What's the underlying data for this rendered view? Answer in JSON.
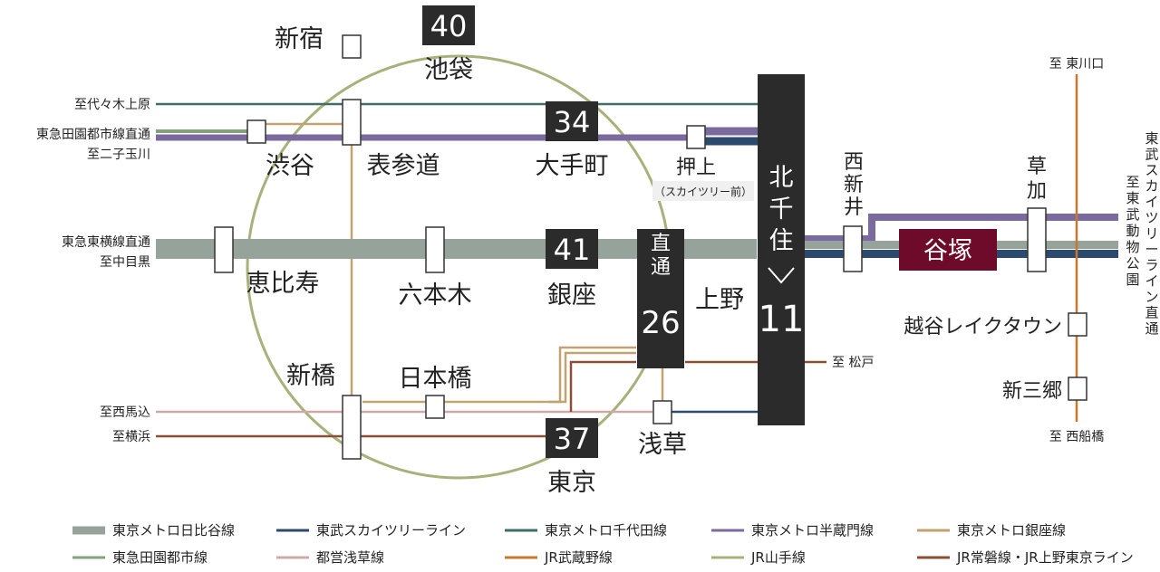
{
  "stations": {
    "shinjuku": "新宿",
    "ikebukuro": "池袋",
    "shibuya": "渋谷",
    "omotesando": "表参道",
    "otemachi": "大手町",
    "oshiage": "押上",
    "oshiage_sub": "（スカイツリー前）",
    "ebisu": "恵比寿",
    "roppongi": "六本木",
    "ginza": "銀座",
    "ueno": "上野",
    "kitasenju": [
      "北",
      "千",
      "住"
    ],
    "nishiarai": [
      "西",
      "新",
      "井"
    ],
    "yatsuka": "谷塚",
    "soka": [
      "草",
      "加"
    ],
    "koshigaya_laketown": "越谷レイクタウン",
    "shinmisato": "新三郷",
    "shinbashi": "新橋",
    "nihonbashi": "日本橋",
    "tokyo": "東京",
    "asakusa": "浅草"
  },
  "times": {
    "ikebukuro": "40",
    "otemachi": "34",
    "ginza": "41",
    "direct_label": [
      "直",
      "通"
    ],
    "direct_time": "26",
    "kitasenju": "11",
    "tokyo": "37"
  },
  "destinations": {
    "yoyogi_uehara": "至代々木上原",
    "den_en_toshi": "東急田園都市線直通",
    "futako": "至二子玉川",
    "toyoko": "東急東横線直通",
    "nakameguro": "至中目黒",
    "nishimagome": "至西馬込",
    "yokohama": "至横浜",
    "matsudo": "至 松戸",
    "higashikawaguchi": "至 東川口",
    "nishifunabashi": "至 西船橋",
    "skytree_line": [
      "東",
      "武",
      "ス",
      "カ",
      "イ",
      "ツ",
      "リ",
      "ー",
      "ラ",
      "イ",
      "ン",
      "直",
      "通"
    ],
    "to_char": "至",
    "zoo_park": [
      "東",
      "武",
      "動",
      "物",
      "公",
      "園"
    ]
  },
  "legend": [
    {
      "label": "東京メトロ日比谷線",
      "color": "#95a39b",
      "thick": true
    },
    {
      "label": "東武スカイツリーライン",
      "color": "#2c4a6e",
      "thick": false
    },
    {
      "label": "東京メトロ千代田線",
      "color": "#3e6e68",
      "thick": false
    },
    {
      "label": "東京メトロ半蔵門線",
      "color": "#7b6a9d",
      "thick": false
    },
    {
      "label": "東京メトロ銀座線",
      "color": "#c2a26e",
      "thick": false
    },
    {
      "label": "東急田園都市線",
      "color": "#83a27c",
      "thick": false
    },
    {
      "label": "都営浅草線",
      "color": "#cfa8a8",
      "thick": false
    },
    {
      "label": "JR武蔵野線",
      "color": "#c7782c",
      "thick": false
    },
    {
      "label": "JR山手線",
      "color": "#a7b27a",
      "thick": false
    },
    {
      "label": "JR常磐線・JR上野東京ライン",
      "color": "#8a4f35",
      "thick": false
    }
  ],
  "colors": {
    "hibiya": "#95a39b",
    "tobu": "#2c4a6e",
    "chiyoda": "#3e6e68",
    "hanzomon": "#7b6a9d",
    "ginza_line": "#c2a26e",
    "denentoshi": "#83a27c",
    "asakusa_line": "#cfa8a8",
    "musashino": "#c7782c",
    "yamanote": "#a7b27a",
    "joban": "#8a4f35",
    "time_box": "#2b2b2b",
    "yatsuka_box": "#6e0b2a"
  }
}
